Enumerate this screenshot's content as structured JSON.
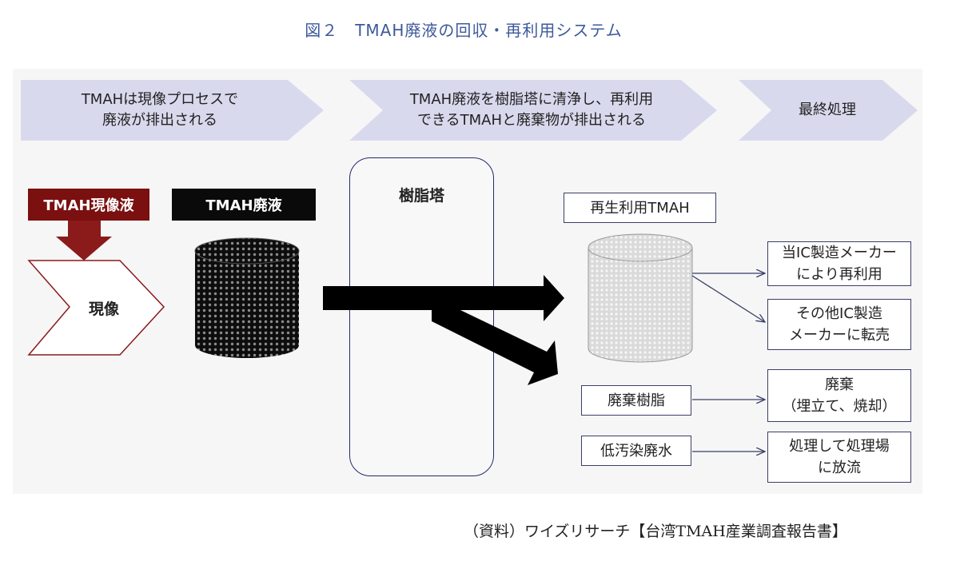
{
  "title": "図２　TMAH廃液の回収・再利用システム",
  "stages": [
    {
      "line1": "TMAHは現像プロセスで",
      "line2": "廃液が排出される"
    },
    {
      "line1": "TMAH廃液を樹脂塔に清浄し、再利用",
      "line2": "できるTMAHと廃棄物が排出される"
    },
    {
      "line1": "最終処理",
      "line2": ""
    }
  ],
  "tags": {
    "developer": "TMAH現像液",
    "waste": "TMAH廃液"
  },
  "develop_label": "現像",
  "tower_label": "樹脂塔",
  "products": {
    "recycled": "再生利用TMAH",
    "resin": "廃棄樹脂",
    "water": "低汚染廃水"
  },
  "outcomes": [
    {
      "line1": "当IC製造メーカー",
      "line2": "により再利用"
    },
    {
      "line1": "その他IC製造",
      "line2": "メーカーに転売"
    },
    {
      "line1": "廃棄",
      "line2": "（埋立て、焼却）"
    },
    {
      "line1": "処理して処理場",
      "line2": "に放流"
    }
  ],
  "source": "（資料）ワイズリサーチ【台湾TMAH産業調査報告書】",
  "colors": {
    "title": "#3d5a9a",
    "banner": "#d9d9ee",
    "developer_tag": "#7a1010",
    "waste_tag": "#0a0a0a",
    "develop_outline": "#8b1a1a",
    "box_border": "#3b3f66"
  }
}
